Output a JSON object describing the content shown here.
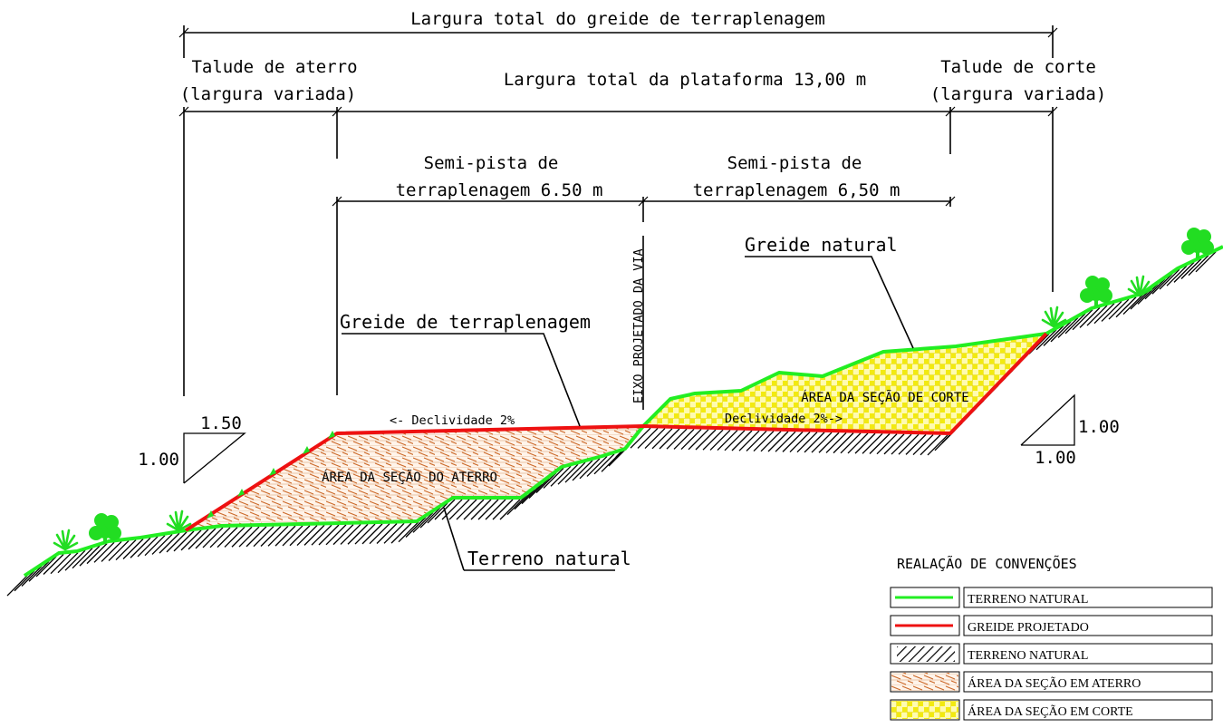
{
  "dimensions": {
    "total_grade_width": "Largura total do greide de terraplenagem",
    "fill_slope_title": "Talude de aterro",
    "fill_slope_sub": "(largura variada)",
    "platform_width": "Largura total da plataforma 13,00 m",
    "cut_slope_title": "Talude de corte",
    "cut_slope_sub": "(largura variada)",
    "semi_left_line1": "Semi-pista de",
    "semi_left_line2": "terraplenagem 6.50 m",
    "semi_right_line1": "Semi-pista de",
    "semi_right_line2": "terraplenagem 6,50 m"
  },
  "labels": {
    "road_axis": "EIXO PROJETADO DA VIA",
    "natural_grade": "Greide natural",
    "earthwork_grade": "Greide de terraplenagem",
    "natural_terrain": "Terreno natural",
    "fill_area": "ÁREA DA SEÇÃO DO ATERRO",
    "cut_area": "ÁREA DA SEÇÃO DE CORTE",
    "slope_left": "<- Declividade  2%",
    "slope_right": "Declividade  2%->"
  },
  "slope_ratios": {
    "fill_h": "1.50",
    "fill_v": "1.00",
    "cut_v": "1.00",
    "cut_h": "1.00"
  },
  "legend": {
    "title": "REALAÇÃO DE CONVENÇÕES",
    "items": [
      {
        "label": "TERRENO NATURAL",
        "symbol": "green-line"
      },
      {
        "label": "GREIDE PROJETADO",
        "symbol": "red-line"
      },
      {
        "label": "TERRENO NATURAL",
        "symbol": "black-hatch"
      },
      {
        "label": "ÁREA DA SEÇÃO EM ATERRO",
        "symbol": "brown-hatch"
      },
      {
        "label": "ÁREA DA SEÇÃO EM CORTE",
        "symbol": "yellow-pattern"
      }
    ]
  },
  "colors": {
    "terrain": "#22ee22",
    "grade": "#ee1111",
    "fill_pattern": "#cc6a2a",
    "cut_pattern": "#f2ea10",
    "vegetation": "#22dd22"
  }
}
